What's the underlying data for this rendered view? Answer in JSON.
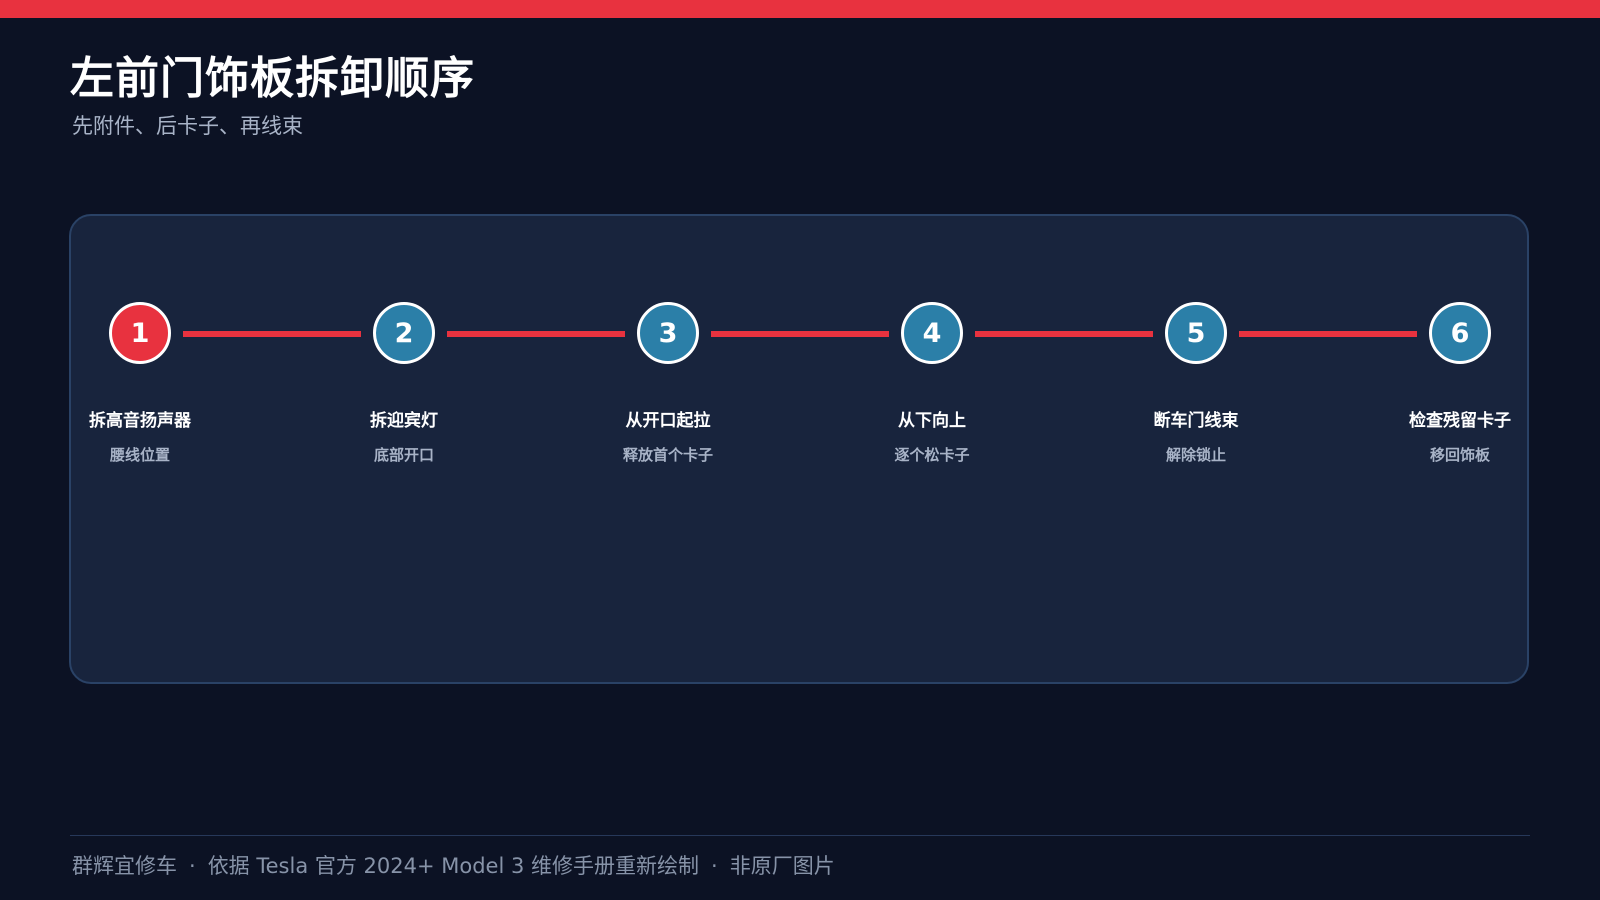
{
  "header": {
    "title": "左前门饰板拆卸顺序",
    "subtitle": "先附件、后卡子、再线束"
  },
  "colors": {
    "accent": "#e8323f",
    "step_active": "#e8323f",
    "step_default": "#2b7fa8",
    "background": "#0c1224",
    "panel": "#18243d"
  },
  "steps": [
    {
      "number": "1",
      "title": "拆高音扬声器",
      "desc": "腰线位置",
      "active": true
    },
    {
      "number": "2",
      "title": "拆迎宾灯",
      "desc": "底部开口",
      "active": false
    },
    {
      "number": "3",
      "title": "从开口起拉",
      "desc": "释放首个卡子",
      "active": false
    },
    {
      "number": "4",
      "title": "从下向上",
      "desc": "逐个松卡子",
      "active": false
    },
    {
      "number": "5",
      "title": "断车门线束",
      "desc": "解除锁止",
      "active": false
    },
    {
      "number": "6",
      "title": "检查残留卡子",
      "desc": "移回饰板",
      "active": false
    }
  ],
  "footer": {
    "brand": "群辉宜修车",
    "source": "依据 Tesla 官方 2024+ Model 3 维修手册重新绘制",
    "note": "非原厂图片",
    "separator": "·"
  }
}
